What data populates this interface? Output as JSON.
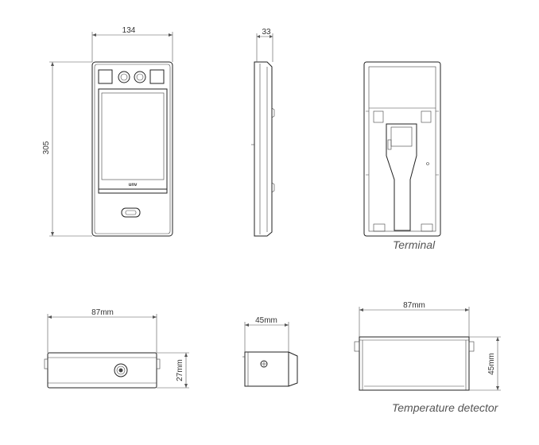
{
  "terminal": {
    "dims": {
      "width": "134",
      "height": "305",
      "depth": "33"
    },
    "screen_logo": "unv",
    "caption": "Terminal"
  },
  "temperature_detector": {
    "dims": {
      "front_width": "87mm",
      "front_height": "27mm",
      "side_width": "45mm",
      "top_width": "87mm",
      "top_depth": "45mm"
    },
    "caption": "Temperature detector"
  }
}
